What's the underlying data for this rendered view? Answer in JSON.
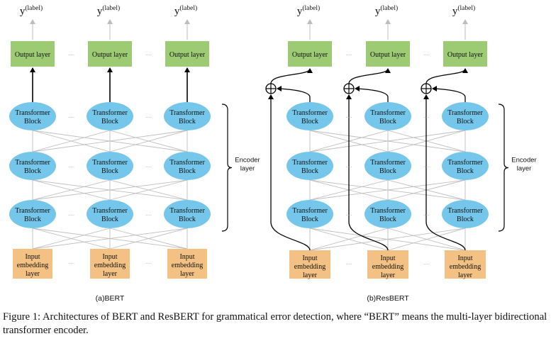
{
  "bert": {
    "label_y": "y",
    "label_sup": "(label)",
    "output_layer": "Output layer",
    "transformer_line1": "Transformer",
    "transformer_line2": "Block",
    "input_line1": "Input",
    "input_line2": "embedding",
    "input_line3": "layer",
    "encoder_line1": "Encoder",
    "encoder_line2": "layer",
    "subcaption": "(a)BERT",
    "dots": "....."
  },
  "resbert": {
    "label_y": "y",
    "label_sup": "(label)",
    "output_layer": "Output layer",
    "transformer_line1": "Transformer",
    "transformer_line2": "Block",
    "input_line1": "Input",
    "input_line2": "embedding",
    "input_line3": "layer",
    "encoder_line1": "Encoder",
    "encoder_line2": "layer",
    "subcaption": "(b)ResBERT",
    "dots": "....."
  },
  "caption": "Figure 1: Architectures of BERT and ResBERT for grammatical error detection, where “BERT” means the multi-layer bidirectional transformer encoder.",
  "colors": {
    "output_fill": "#9ccb74",
    "transformer_fill": "#74c6ea",
    "input_fill": "#f4c184",
    "thin_line": "#bdbdbd",
    "thick_line": "#000000"
  }
}
